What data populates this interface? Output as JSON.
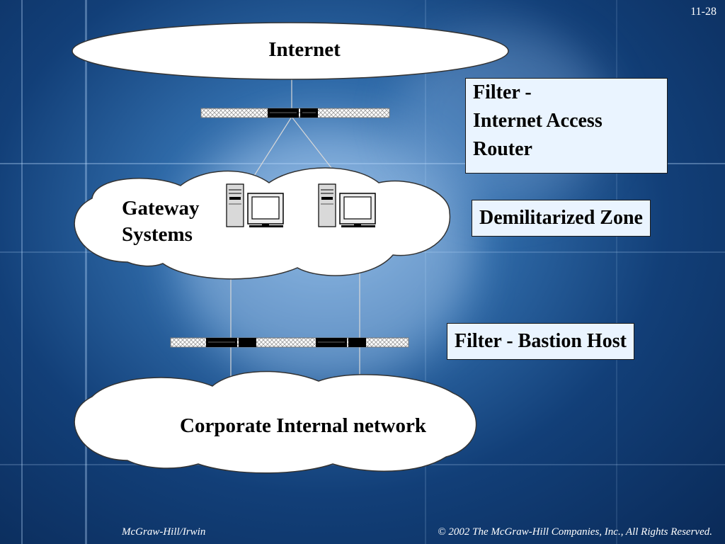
{
  "slide_number": "11-28",
  "clouds": {
    "internet": "Internet",
    "gateway_line1": "Gateway",
    "gateway_line2": "Systems",
    "corporate": "Corporate Internal network"
  },
  "labels": {
    "filter_router_line1": "Filter -",
    "filter_router_line2": "Internet Access",
    "filter_router_line3": "Router",
    "dmz": "Demilitarized Zone",
    "bastion": "Filter - Bastion Host"
  },
  "footer": {
    "left": "McGraw-Hill/Irwin",
    "right": "© 2002 The McGraw-Hill Companies, Inc., All Rights Reserved."
  }
}
